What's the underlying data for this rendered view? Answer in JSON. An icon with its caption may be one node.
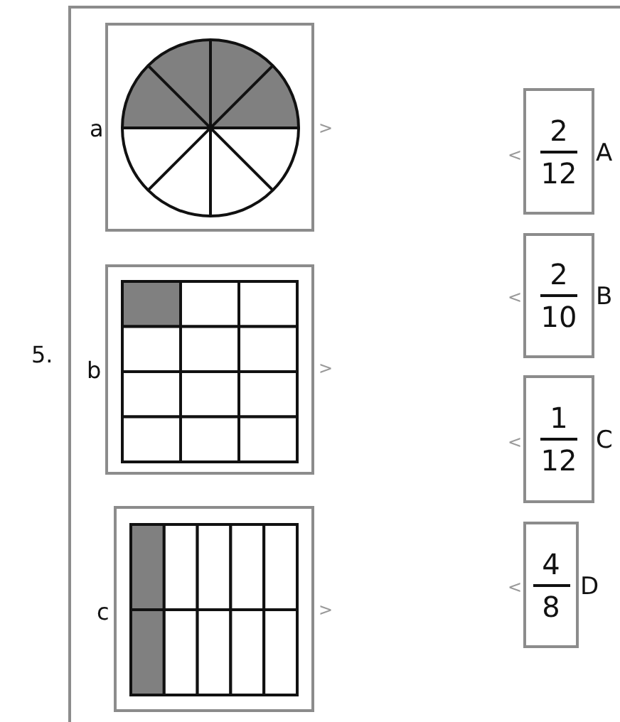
{
  "diagram": {
    "nodes": [
      {
        "text": [
          "a"
        ]
      },
      {
        "text": [
          "b"
        ]
      },
      {
        "text": [
          "c"
        ]
      },
      {
        "text": [
          "2",
          "12"
        ],
        "beside": [
          "A"
        ]
      },
      {
        "text": [
          "2",
          "10"
        ],
        "beside": [
          "B"
        ]
      },
      {
        "text": [
          "1",
          "12"
        ],
        "beside": [
          "C"
        ]
      },
      {
        "text": [
          "4",
          "8"
        ],
        "beside": [
          "D"
        ]
      }
    ],
    "labels": [
      "5.",
      ">",
      ">",
      ">",
      "<",
      "<",
      "<",
      "<"
    ]
  }
}
